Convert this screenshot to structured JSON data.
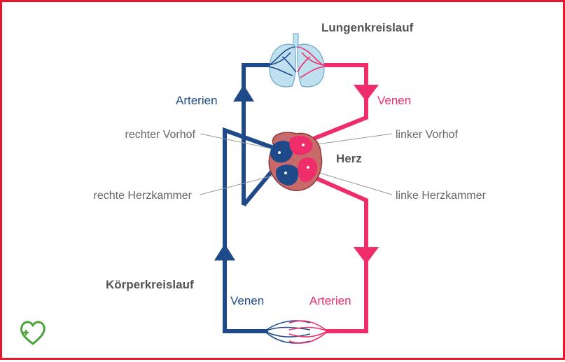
{
  "title": "Lungenkreislauf",
  "system_label": "Körperkreislauf",
  "heart_label": "Herz",
  "upper_left_label": "Arterien",
  "upper_right_label": "Venen",
  "lower_left_label": "Venen",
  "lower_right_label": "Arterien",
  "annotations": {
    "right_atrium": "rechter Vorhof",
    "left_atrium": "linker Vorhof",
    "right_ventricle": "rechte Herzkammer",
    "left_ventricle": "linke Herzkammer"
  },
  "colors": {
    "deoxygenated": "#1f4a8a",
    "oxygenated": "#ee2d6a",
    "heart_tissue": "#c96a6a",
    "lung_fill": "#bfe0ef",
    "border": "#e8182c",
    "logo": "#4aa33a"
  },
  "icons": {
    "logo": "heart-cross-logo-icon",
    "lungs": "lungs-icon",
    "heart": "heart-icon"
  }
}
